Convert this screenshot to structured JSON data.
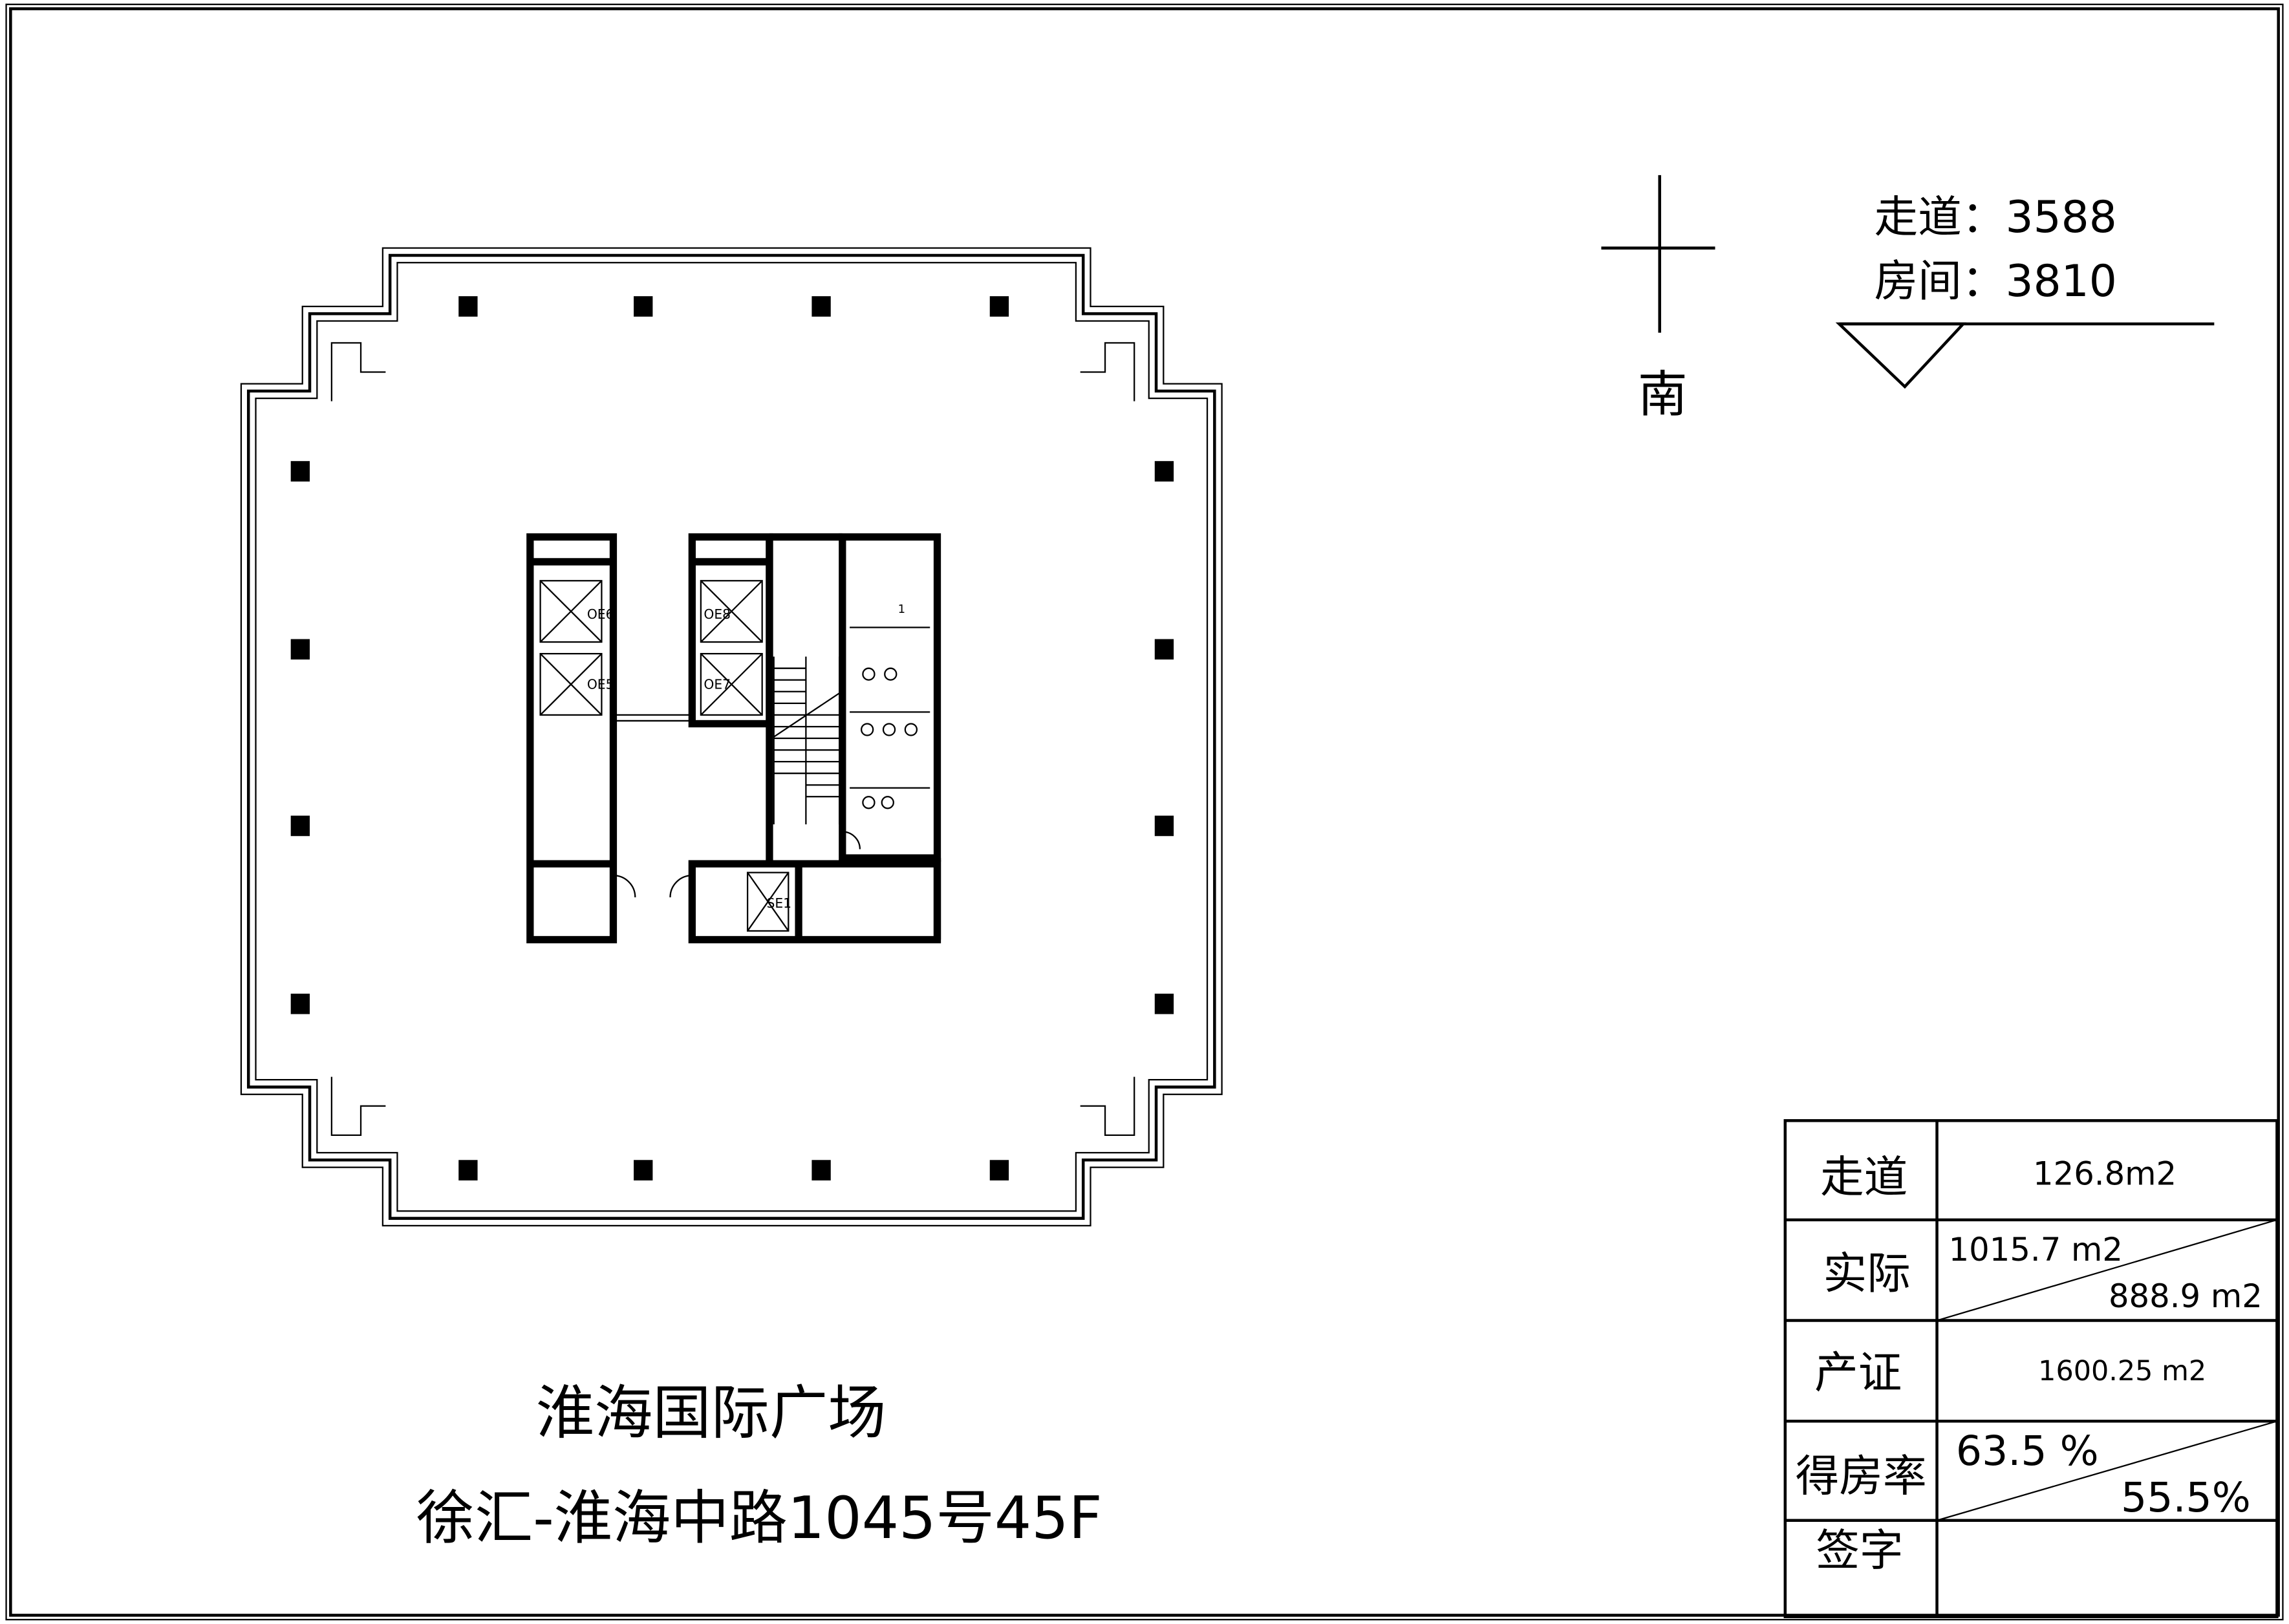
{
  "compass": {
    "direction_label": "南"
  },
  "area_notes": {
    "corridor": "走道：3588",
    "room": "房间：3810"
  },
  "title": {
    "building": "淮海国际广场",
    "address": "徐汇-淮海中路1045号45F"
  },
  "core_labels": {
    "elev_1": "OE6",
    "elev_2": "OE5",
    "elev_3": "OE8",
    "elev_4": "OE7",
    "service_elev": "SE1",
    "toilet_mark": "1"
  },
  "table": {
    "rows": [
      {
        "label": "走道",
        "value": "126.8m2"
      },
      {
        "label": "实际",
        "value_top": "1015.7 m2",
        "value_bottom": "888.9 m2"
      },
      {
        "label": "产证",
        "value": "1600.25 m2"
      },
      {
        "label": "得房率",
        "value_top": "63.5 %",
        "value_bottom": "55.5%"
      },
      {
        "label": "签字",
        "value": ""
      }
    ]
  }
}
